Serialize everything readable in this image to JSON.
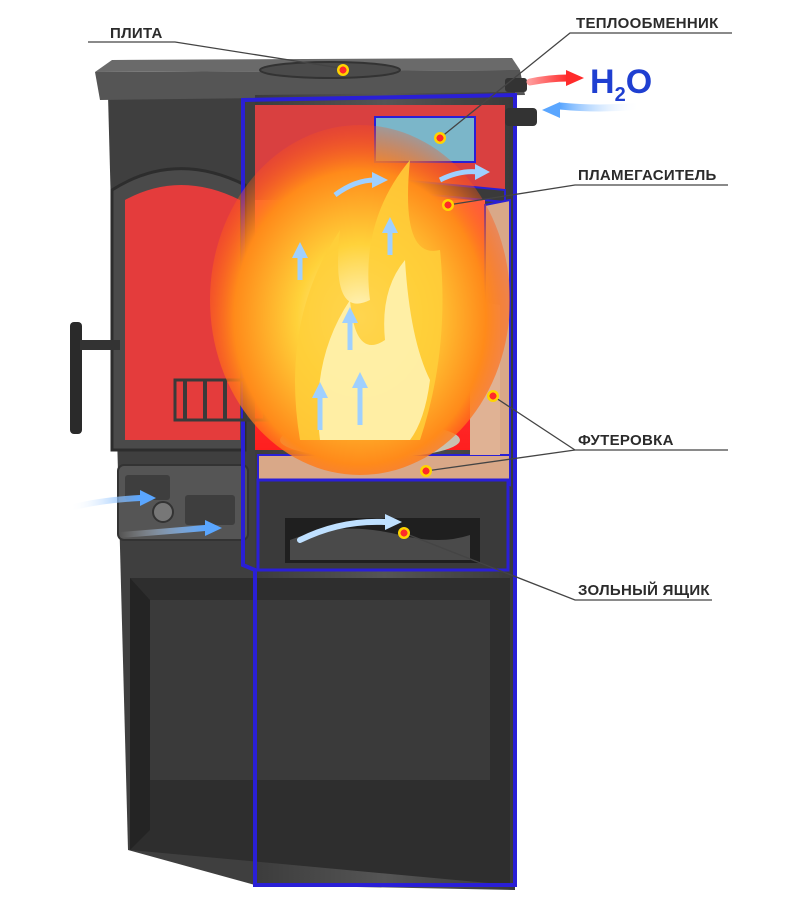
{
  "labels": {
    "plita": "ПЛИТА",
    "heat_exchanger": "ТЕПЛООБМЕННИК",
    "flame_damper": "ПЛАМЕГАСИТЕЛЬ",
    "lining": "ФУТЕРОВКА",
    "ash_box": "ЗОЛЬНЫЙ ЯЩИК"
  },
  "water": {
    "symbol": "H",
    "subscript": "2",
    "symbol_tail": "O"
  },
  "colors": {
    "stove_body": "#4a4a4a",
    "stove_dark": "#2f2f2f",
    "cut_outline": "#2a1fd6",
    "firebox_red": "#ff2a2a",
    "lining": "#d9a888",
    "flame": "#ffb321",
    "air_arrow": "#9fd0ff",
    "hot_arrow": "#ff3b3b",
    "marker": "#ffd400",
    "label": "#2b2b2b"
  }
}
